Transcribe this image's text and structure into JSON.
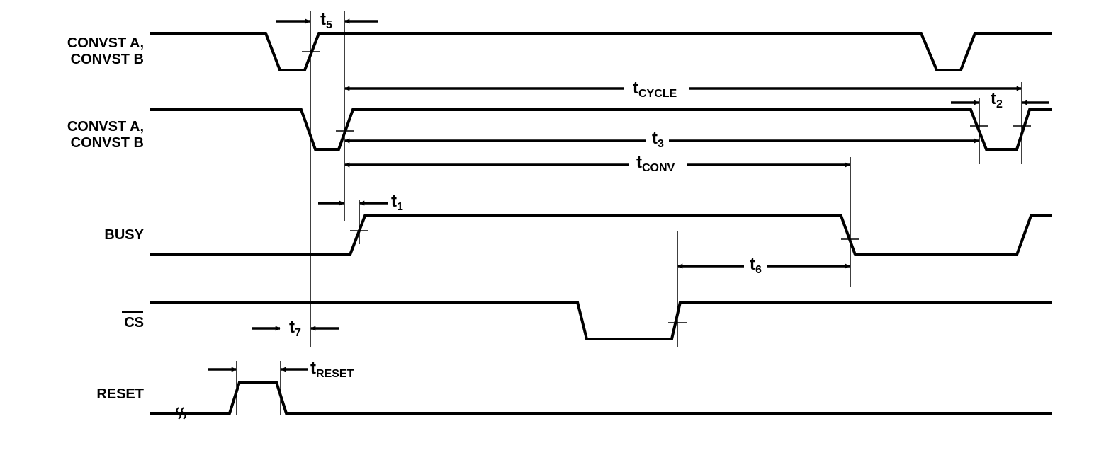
{
  "signals": {
    "convst_1": {
      "line1": "CONVST A,",
      "line2": "CONVST B"
    },
    "convst_2": {
      "line1": "CONVST A,",
      "line2": "CONVST B"
    },
    "busy": "BUSY",
    "cs": "CS",
    "reset": "RESET"
  },
  "timings": {
    "t5": {
      "base": "t",
      "sub": "5"
    },
    "tcycle": {
      "base": "t",
      "sub": "CYCLE"
    },
    "t2": {
      "base": "t",
      "sub": "2"
    },
    "t3": {
      "base": "t",
      "sub": "3"
    },
    "tconv": {
      "base": "t",
      "sub": "CONV"
    },
    "t1": {
      "base": "t",
      "sub": "1"
    },
    "t6": {
      "base": "t",
      "sub": "6"
    },
    "t7": {
      "base": "t",
      "sub": "7"
    },
    "treset": {
      "base": "t",
      "sub": "RESET"
    }
  },
  "annotations": {
    "cs_overbar": true
  }
}
